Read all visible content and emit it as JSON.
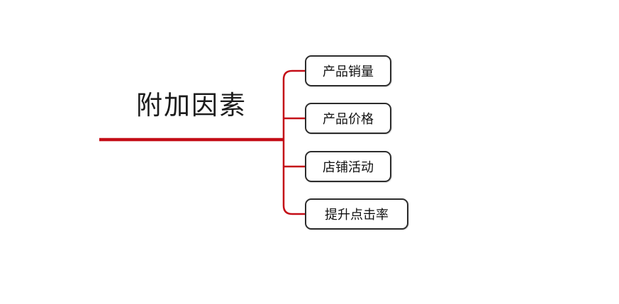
{
  "root": {
    "label": "附加因素"
  },
  "children": [
    {
      "label": "产品销量"
    },
    {
      "label": "产品价格"
    },
    {
      "label": "店铺活动"
    },
    {
      "label": "提升点击率"
    }
  ],
  "colors": {
    "branch": "#c40d17",
    "node_border": "#2d2d2d",
    "text": "#1c1c1c",
    "background": "#ffffff"
  }
}
